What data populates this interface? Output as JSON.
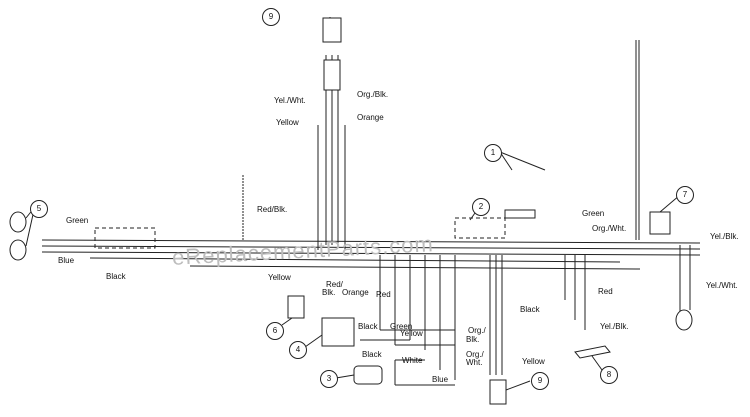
{
  "watermark": "eReplacementParts.com",
  "callouts": {
    "c1": "1",
    "c2": "2",
    "c3": "3",
    "c4": "4",
    "c5": "5",
    "c6": "6",
    "c7": "7",
    "c8": "8",
    "c9a": "9",
    "c9b": "9"
  },
  "wire_labels": {
    "yel_wht_top": "Yel./Wht.",
    "org_blk_top": "Org./Blk.",
    "yellow_top": "Yellow",
    "orange_top": "Orange",
    "green_left": "Green",
    "blue_left": "Blue",
    "black_left": "Black",
    "red_blk_mid": "Red/Blk.",
    "yellow_mid": "Yellow",
    "red_blk_small": "Red/",
    "blk_small": "Blk.",
    "orange_mid": "Orange",
    "red_mid": "Red",
    "black_mid": "Black",
    "green_mid": "Green",
    "yellow_mid2": "Yellow",
    "black_lower": "Black",
    "white_lower": "White",
    "blue_lower": "Blue",
    "org_blk_lower_1": "Org./",
    "org_blk_lower_2": "Blk.",
    "org_wht_lower_1": "Org./",
    "org_wht_lower_2": "Wht.",
    "yellow_lower": "Yellow",
    "green_right": "Green",
    "org_wht_right": "Org./Wht.",
    "yel_blk_right": "Yel./Blk.",
    "yel_wht_right": "Yel./Wht.",
    "red_right": "Red",
    "black_right": "Black",
    "yel_blk_right2": "Yel./Blk."
  }
}
